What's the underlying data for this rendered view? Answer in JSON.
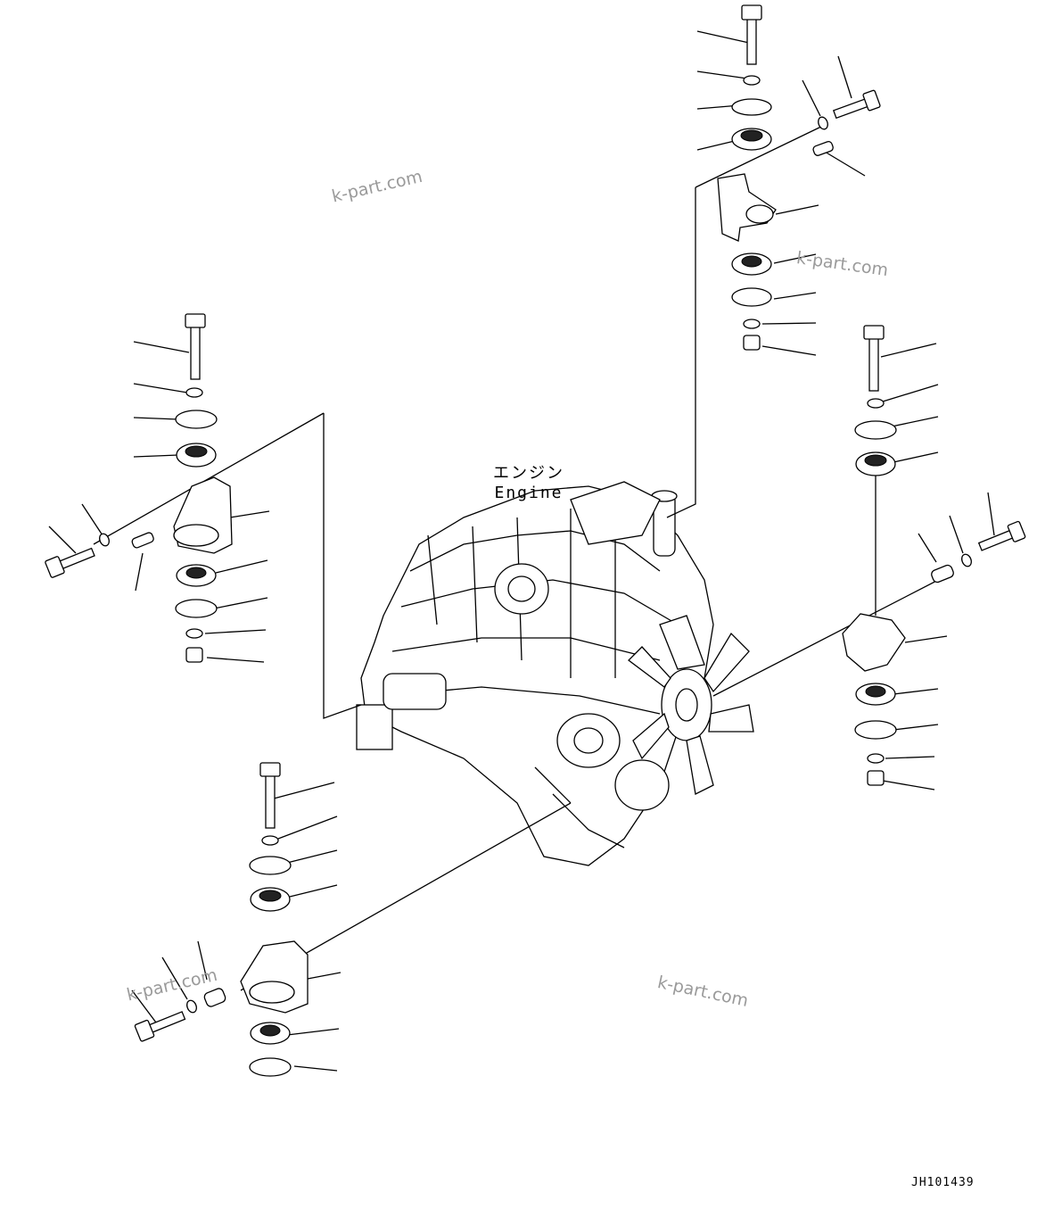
{
  "labels": {
    "engine_jp": "エンジン",
    "engine_en": "Engine"
  },
  "watermarks": [
    "k-part.com",
    "k-part.com",
    "k-part.com",
    "k-part.com"
  ],
  "drawing_code": "JH101439"
}
